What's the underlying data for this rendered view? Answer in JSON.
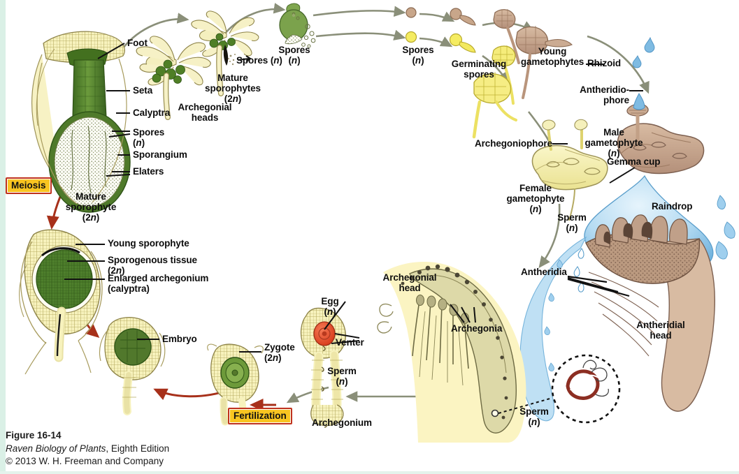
{
  "figure": {
    "number": "Figure 16-14",
    "source_line": "Raven Biology of Plants, Eighth Edition",
    "source_italic": "Raven Biology of Plants",
    "source_rest": ", Eighth Edition",
    "copyright": "© 2013 W. H. Freeman and Company"
  },
  "phase_boxes": {
    "meiosis": "Meiosis",
    "fertilization": "Fertilization"
  },
  "labels": {
    "foot": "Foot",
    "seta": "Seta",
    "calyptra": "Calyptra",
    "spores_sporangium": "Spores\n(n)",
    "sporangium": "Sporangium",
    "elaters": "Elaters",
    "mature_sporophyte": "Mature\nsporophyte\n(2n)",
    "archegonial_heads": "Archegonial\nheads",
    "mature_sporophytes_2n": "Mature\nsporophytes\n(2n)",
    "spores_arrow": "Spores (n)",
    "spores_center": "Spores\n(n)",
    "spores_right": "Spores\n(n)",
    "germinating_spores": "Germinating\nspores",
    "young_gametophytes": "Young\ngametophytes",
    "rhizoid": "Rhizoid",
    "antheridiophore": "Antheridio-\nphore",
    "male_gametophyte": "Male\ngametophyte\n(n)",
    "archegoniophore": "Archegoniophore",
    "gemma_cup": "Gemma cup",
    "female_gametophyte": "Female\ngametophyte\n(n)",
    "sperm_upper": "Sperm\n(n)",
    "raindrop": "Raindrop",
    "antheridia": "Antheridia",
    "antheridial_head": "Antheridial\nhead",
    "archegonial_head": "Archegonial\nhead",
    "archegonia": "Archegonia",
    "sperm_inset": "Sperm\n(n)",
    "young_sporophyte": "Young sporophyte",
    "sporogenous_tissue": "Sporogenous tissue\n(2n)",
    "enlarged_archegonium": "Enlarged archegonium\n(calyptra)",
    "embryo": "Embryo",
    "zygote": "Zygote\n(2n)",
    "egg": "Egg\n(n)",
    "venter": "Venter",
    "sperm_archegonium": "Sperm\n(n)",
    "archegonium": "Archegonium"
  },
  "colors": {
    "phase_fill": "#f9c521",
    "phase_border": "#c0321c",
    "sporophyte_green": "#4f7a2a",
    "gametophyte_yellow": "#f2eeb0",
    "male_brown": "#c8a68a",
    "raindrop_blue": "#8fc5e8",
    "cycle_arrow": "#8a8f79",
    "meiosis_arrow": "#a7301a",
    "egg_red": "#e8452a",
    "background": "#ffffff",
    "edge_strip": "#daf0e6"
  },
  "diagram": {
    "type": "life-cycle",
    "organism": "liverwort (Marchantia)",
    "stages": [
      "Mature sporophyte (2n)",
      "Meiosis",
      "Spores (n)",
      "Germinating spores",
      "Young gametophytes",
      "Male gametophyte (n) / Female gametophyte (n)",
      "Antheridia / Archegonia",
      "Sperm (n) / Egg (n)",
      "Fertilization",
      "Zygote (2n)",
      "Embryo",
      "Young sporophyte"
    ]
  }
}
